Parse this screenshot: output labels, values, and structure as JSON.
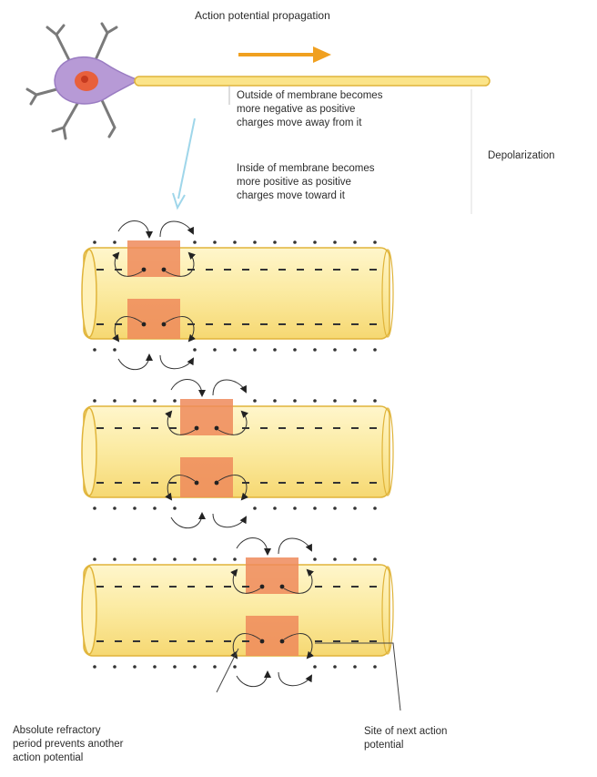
{
  "labels": {
    "propagation": "Action potential propagation",
    "outside": "Outside of membrane becomes\nmore negative as positive\ncharges move away from it",
    "inside": "Inside of membrane becomes\nmore positive as positive\ncharges move toward it",
    "depolarization": "Depolarization",
    "refractory": "Absolute refractory\nperiod prevents another\naction potential",
    "next_site": "Site of next action\npotential"
  },
  "panels": [
    {
      "active_position": "left"
    },
    {
      "active_position": "middle"
    },
    {
      "active_position": "right"
    }
  ],
  "colors": {
    "axon_fill": "#fbeaa0",
    "axon_stroke": "#e0b43a",
    "active_zone": "#ef8a5a",
    "soma": "#b79ad6",
    "nucleus": "#e8603c",
    "arrow": "#f0a020",
    "pointer": "#9fd6ea"
  }
}
